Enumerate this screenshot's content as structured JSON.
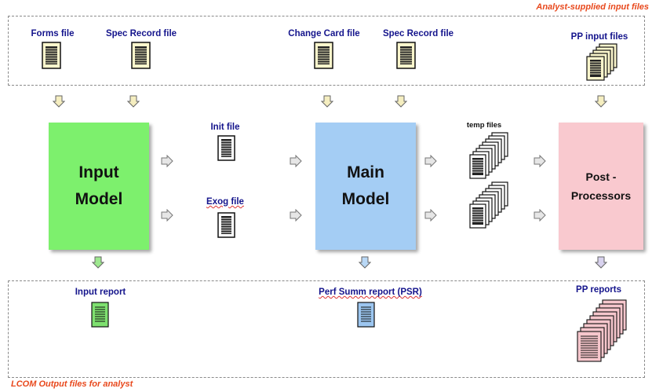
{
  "labels": {
    "analyst_input": "Analyst-supplied input files",
    "lcom_output": "LCOM Output files for analyst"
  },
  "inputs": {
    "forms_file": "Forms file",
    "spec_record_1": "Spec Record file",
    "change_card": "Change Card file",
    "spec_record_2": "Spec Record file",
    "pp_input": "PP input files"
  },
  "models": {
    "input_line1": "Input",
    "input_line2": "Model",
    "main_line1": "Main",
    "main_line2": "Model",
    "post_line1": "Post -",
    "post_line2": "Processors"
  },
  "intermediate": {
    "init_file": "Init file",
    "exog_file": "Exog file",
    "temp_files": "temp files"
  },
  "outputs": {
    "input_report": "Input report",
    "psr": "Perf Summ report (PSR)",
    "pp_reports": "PP reports"
  },
  "colors": {
    "input_model": "#7df06d",
    "main_model": "#a4cdf4",
    "post_processors": "#f9c9cf",
    "doc_input": "#fbf6cc",
    "doc_green": "#7ee06f",
    "doc_blue": "#9cc6f0",
    "doc_pink": "#f6c6cc"
  }
}
